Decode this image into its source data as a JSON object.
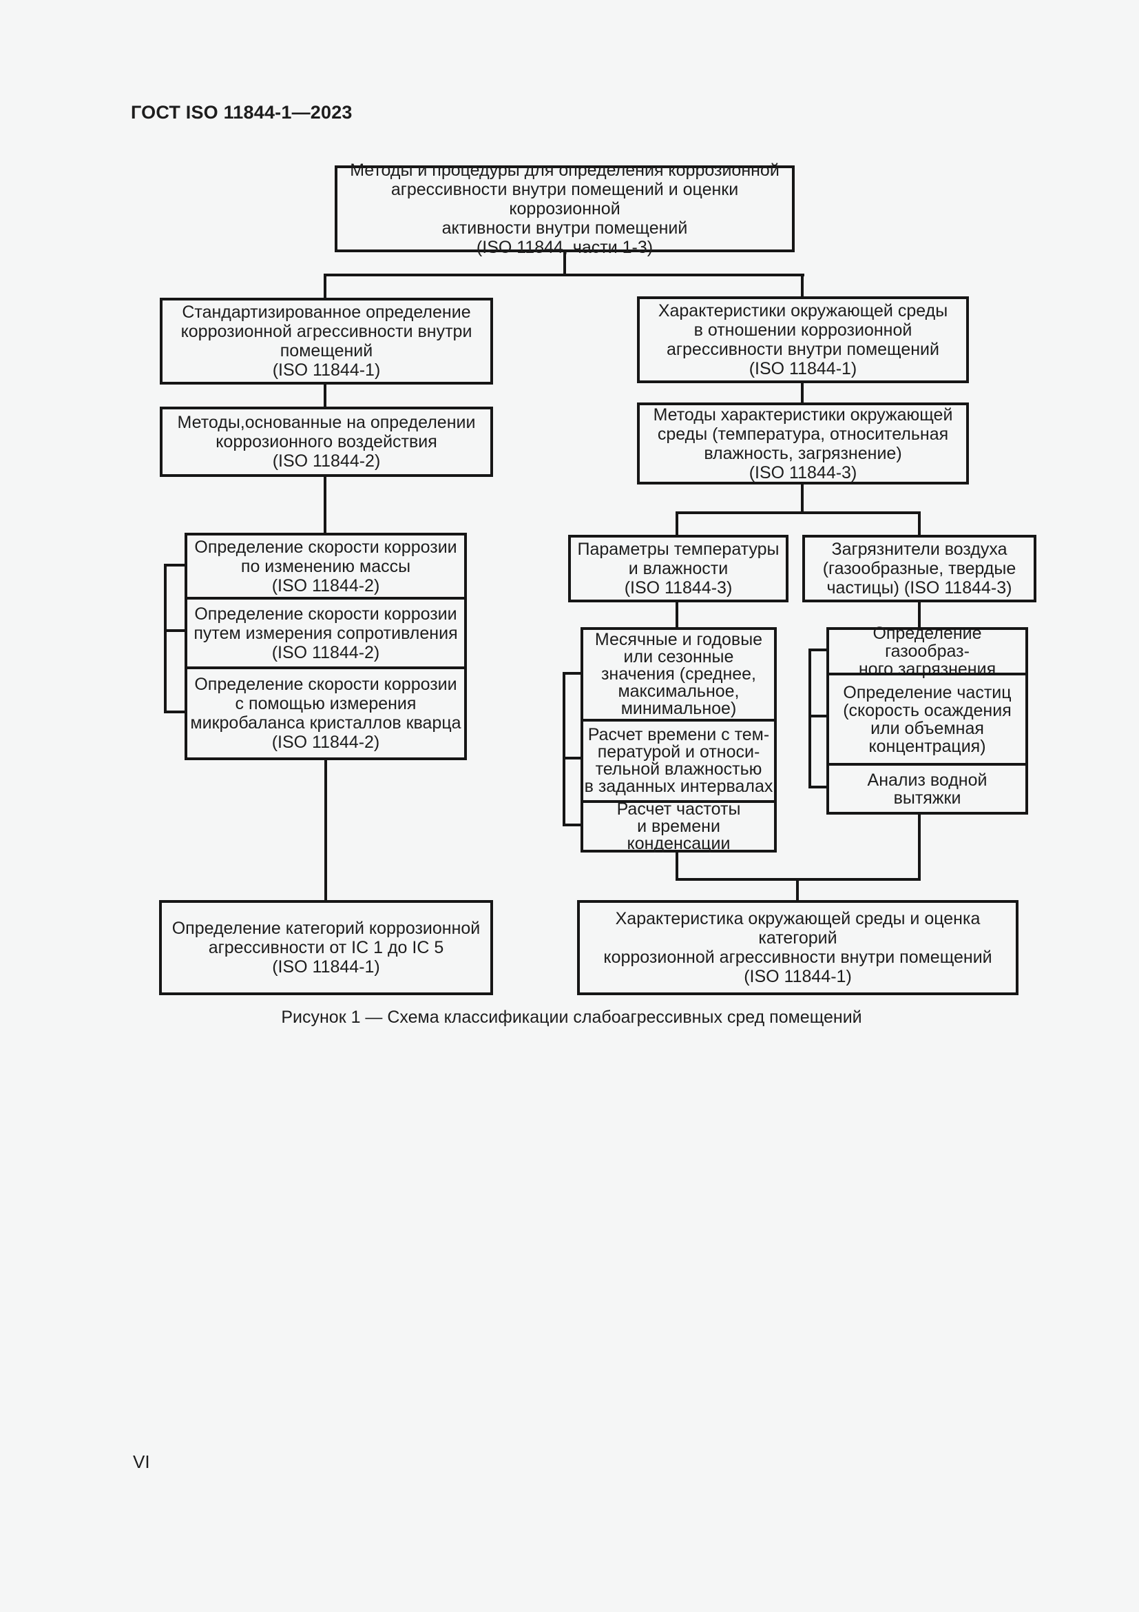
{
  "page": {
    "doc_header": "ГОСТ ISO 11844-1—2023",
    "figure_caption": "Рисунок 1 — Схема классификации слабоагрессивных сред помещений",
    "page_number": "VI"
  },
  "diagram": {
    "root": "Методы и процедуры для определения коррозионной\nагрессивности внутри помещений и оценки коррозионной\nактивности внутри помещений\n(ISO 11844, части 1-3)",
    "standardized_determination": "Стандартизированное определение\nкоррозионной агрессивности внутри\nпомещений\n(ISO 11844-1)",
    "environment_characteristics": "Характеристики окружающей среды\nв отношении коррозионной\nагрессивности внутри помещений\n(ISO 11844-1)",
    "corrosion_attack_methods": "Методы,основанные на определении\nкоррозионного воздействия\n(ISO 11844-2)",
    "environment_methods": "Методы характеристики окружающей\nсреды (температура, относительная\nвлажность, загрязнение)\n(ISO 11844-3)",
    "mass_loss": "Определение скорости коррозии\nпо изменению массы\n(ISO 11844-2)",
    "resistance": "Определение скорости коррозии\nпутем измерения сопротивления\n(ISO 11844-2)",
    "quartz_microbalance": "Определение скорости коррозии\nс помощью измерения\nмикробаланса кристаллов кварца\n(ISO 11844-2)",
    "temperature_humidity": "Параметры температуры\nи влажности\n(ISO 11844-3)",
    "air_pollutants": "Загрязнители воздуха\n(газообразные, твердые\nчастицы) (ISO 11844-3)",
    "monthly_yearly_values": "Месячные и годовые\nили сезонные\nзначения (среднее,\nмаксимальное,\nминимальное)",
    "time_temperature_humidity": "Расчет времени с тем-\nпературой и относи-\nтельной влажностью\nв заданных интервалах",
    "condensation": "Расчет частоты\nи времени конденсации",
    "gaseous_pollution": "Определение газообраз-\nного загрязнения",
    "particles": "Определение частиц\n(скорость осаждения\nили объемная\nконцентрация)",
    "water_extract": "Анализ водной\nвытяжки",
    "corrosivity_categories": "Определение категорий коррозионной\nагрессивности от IC 1 до IC 5\n(ISO 11844-1)",
    "environment_assessment": "Характеристика окружающей среды и оценка категорий\nкоррозионной агрессивности внутри помещений\n(ISO 11844-1)"
  }
}
